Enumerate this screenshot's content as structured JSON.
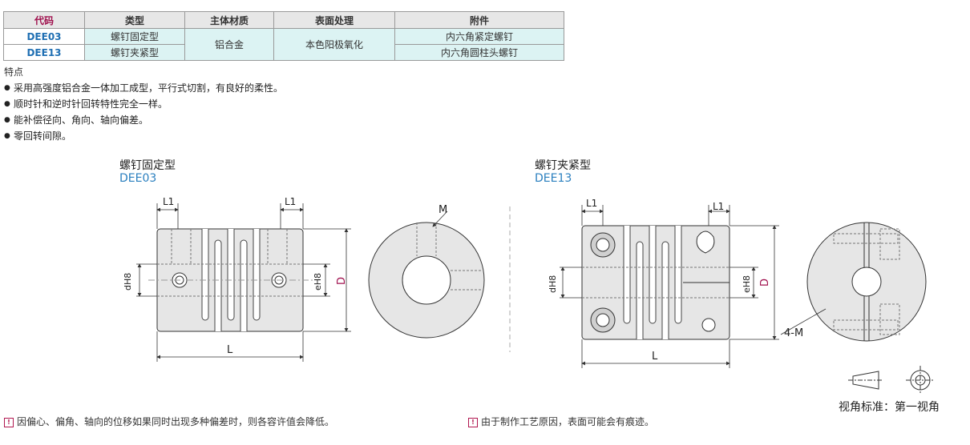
{
  "table": {
    "headers": [
      "代码",
      "类型",
      "主体材质",
      "表面处理",
      "附件"
    ],
    "rows": [
      {
        "code": "DEE03",
        "type": "螺钉固定型",
        "attachment": "内六角紧定螺钉"
      },
      {
        "code": "DEE13",
        "type": "螺钉夹紧型",
        "attachment": "内六角圆柱头螺钉"
      }
    ],
    "material": "铝合金",
    "surface": "本色阳极氧化"
  },
  "features": {
    "title": "特点",
    "items": [
      "采用高强度铝合金一体加工成型，平行式切割，有良好的柔性。",
      "顺时针和逆时针回转特性完全一样。",
      "能补偿径向、角向、轴向偏差。",
      "零回转间隙。"
    ]
  },
  "drawing_left": {
    "title": "螺钉固定型",
    "code": "DEE03",
    "dim_L": "L",
    "dim_L1": "L1",
    "dim_d": "dH8",
    "dim_e": "eH8",
    "dim_D": "D",
    "dim_M": "M"
  },
  "drawing_right": {
    "title": "螺钉夹紧型",
    "code": "DEE13",
    "dim_L": "L",
    "dim_L1": "L1",
    "dim_d": "dH8",
    "dim_e": "eH8",
    "dim_D": "D",
    "dim_4M": "4-M"
  },
  "view_standard": "视角标准：第一视角",
  "notes": {
    "left": "因偏心、偏角、轴向的位移如果同时出现多种偏差时，则各容许值会降低。",
    "right": "由于制作工艺原因，表面可能会有痕迹。"
  }
}
